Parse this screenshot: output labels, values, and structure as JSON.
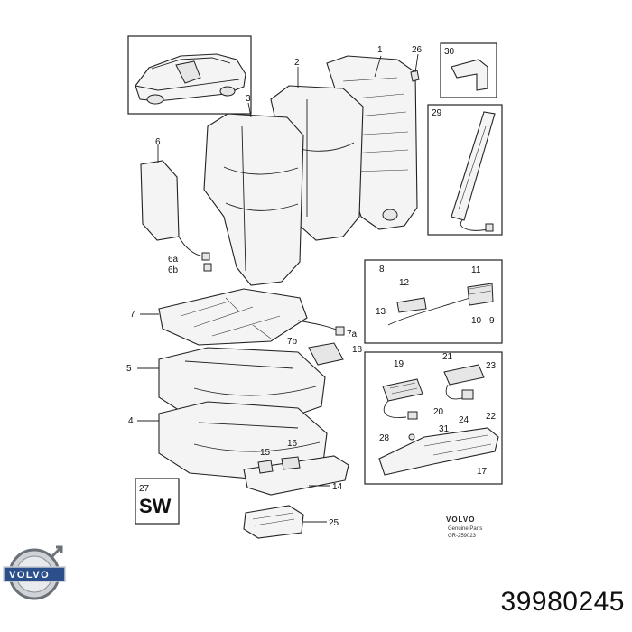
{
  "callouts": {
    "n1": "1",
    "n2": "2",
    "n3": "3",
    "n4": "4",
    "n5": "5",
    "n6": "6",
    "n6a": "6a",
    "n6b": "6b",
    "n7": "7",
    "n7a": "7a",
    "n7b": "7b",
    "n8": "8",
    "n9": "9",
    "n10": "10",
    "n11": "11",
    "n12": "12",
    "n13": "13",
    "n14": "14",
    "n15": "15",
    "n16": "16",
    "n17": "17",
    "n18": "18",
    "n19": "19",
    "n20": "20",
    "n21": "21",
    "n22": "22",
    "n23": "23",
    "n24": "24",
    "n25": "25",
    "n26": "26",
    "n27": "27",
    "n28": "28",
    "n29": "29",
    "n30": "30",
    "n31": "31"
  },
  "sw_label": "SW",
  "footer": {
    "brand": "VOLVO",
    "genuine": "Genuine Parts",
    "ref": "GR-259023"
  },
  "logo_text": "VOLVO",
  "part_number": "39980245"
}
